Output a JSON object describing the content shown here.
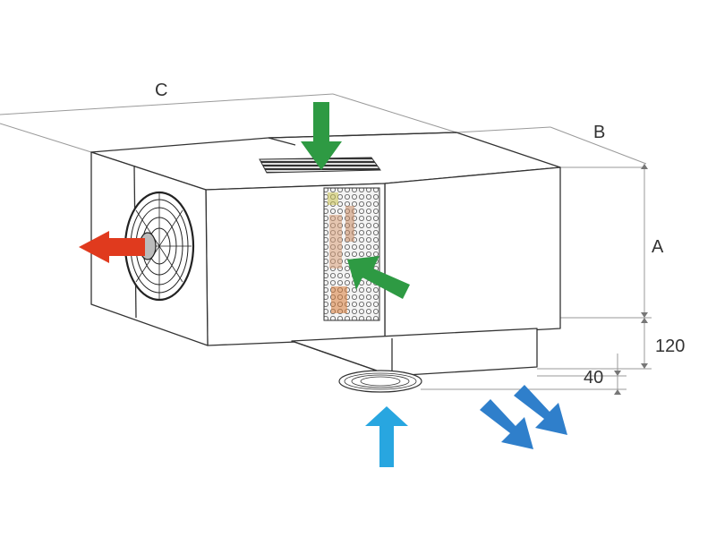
{
  "dimensions": {
    "c": "C",
    "b": "B",
    "a": "A",
    "height_120": "120",
    "height_40": "40"
  },
  "airflow": {
    "exhaust_color": "#e03a1e",
    "condenser_intake_color": "#2e9a43",
    "evaporator_intake_color": "#28a6e0",
    "evaporator_outlet_color": "#2f7fcb"
  },
  "icons": {
    "exhaust": "arrow-left-red",
    "top_intake": "arrow-down-green",
    "side_intake": "arrow-diagonal-green",
    "bottom_intake": "arrow-up-blue",
    "outlet": "double-arrow-diagonal-blue"
  }
}
